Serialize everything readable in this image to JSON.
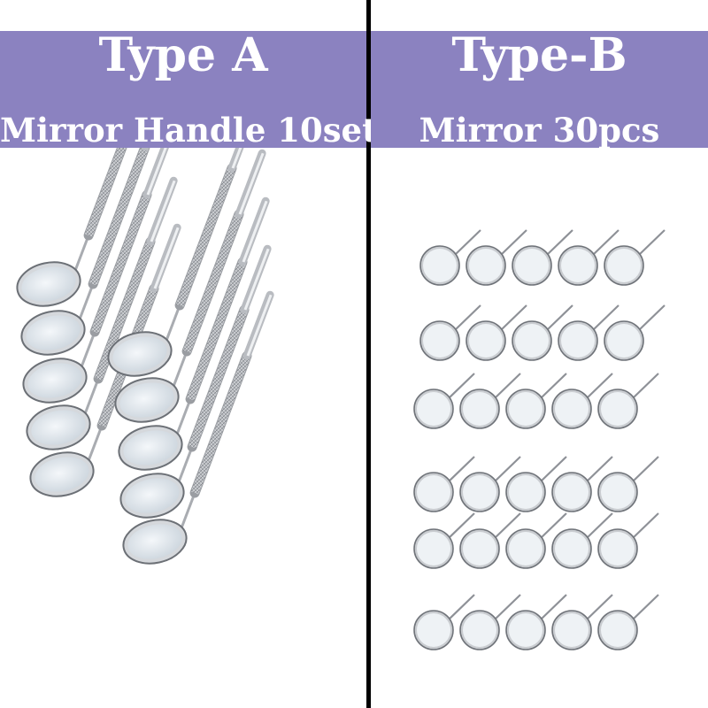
{
  "panel_a": {
    "title": "Type A",
    "subtitle": "Mirror Handle 10set"
  },
  "panel_b": {
    "title": "Type-B",
    "subtitle": "Mirror 30pcs"
  },
  "colors": {
    "header_bg": "#8b82c0",
    "header_text": "#ffffff",
    "divider": "#000000",
    "steel": "#c7c9cc",
    "mirror_face": "#e9eef3"
  },
  "panel_a_item_count": 10,
  "panel_b_item_count": 30
}
